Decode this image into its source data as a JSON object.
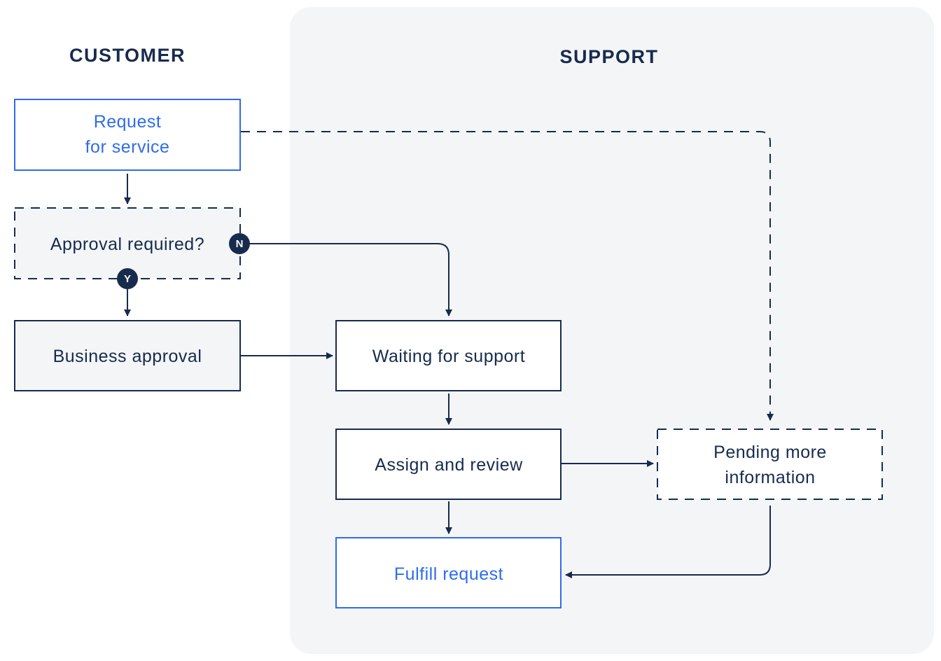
{
  "lanes": {
    "customer": {
      "title": "CUSTOMER"
    },
    "support": {
      "title": "SUPPORT"
    }
  },
  "nodes": {
    "request": {
      "line1": "Request",
      "line2": "for service"
    },
    "approval_required": {
      "label": "Approval required?"
    },
    "business_approval": {
      "label": "Business approval"
    },
    "waiting_for_support": {
      "label": "Waiting for support"
    },
    "assign_and_review": {
      "label": "Assign and review"
    },
    "pending_more_info": {
      "line1": "Pending more",
      "line2": "information"
    },
    "fulfill_request": {
      "label": "Fulfill request"
    }
  },
  "badges": {
    "no": "N",
    "yes": "Y"
  },
  "colors": {
    "ink": "#172b4d",
    "accent_blue": "#2f6bf0",
    "lane_background": "#f4f5f7",
    "node_fill_gray": "#f4f5f7",
    "node_fill_white": "#ffffff"
  }
}
